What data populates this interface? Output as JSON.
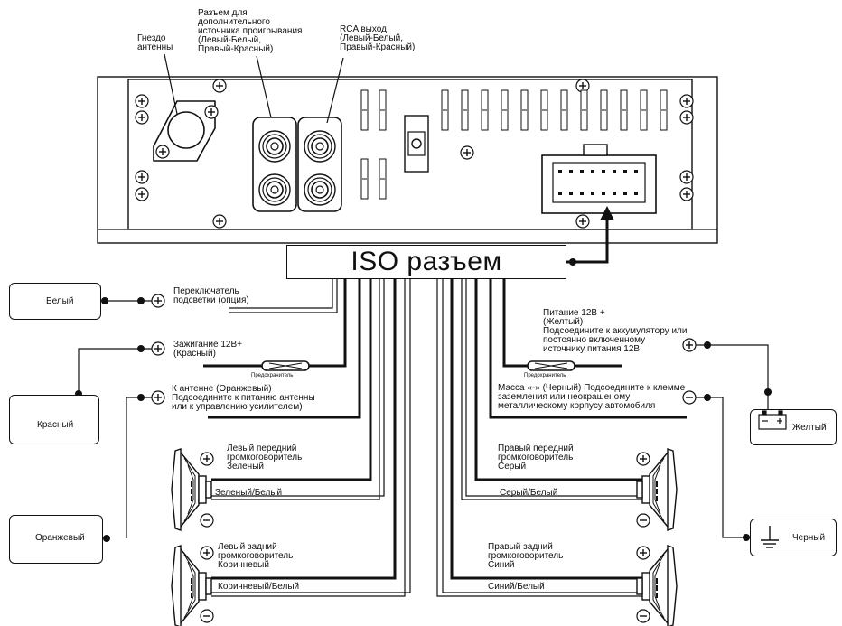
{
  "iso_title": "ISO разъем",
  "head_unit": {
    "antenna_socket": "Гнездо\nантенны",
    "aux_connector": "Разъем для\nдополнительного\nисточника проигрывания\n(Левый-Белый,\nПравый-Красный)",
    "rca_out": "RCA выход\n(Левый-Белый,\nПравый-Красный)"
  },
  "left_wires": {
    "illumination": "Переключатель\nподсветки (опция)",
    "ignition": "Зажигание 12В+\n(Красный)",
    "antenna": "К антенне (Оранжевый)\nПодсоедините к питанию антенны\nили к управлению усилителем)",
    "fuse": "Предохранитель"
  },
  "right_wires": {
    "power": "Питание 12В +\n(Желтый)\nПодсоедините к аккумулятору или\nпостоянно включенному\nисточнику питания 12В",
    "ground": "Масса «-» (Черный) Подсоедините к клемме\nзаземления или неокрашеному\nметаллическому корпусу автомобиля",
    "fuse": "Предохранитель"
  },
  "speakers": {
    "front_left": "Левый передний\nгромкоговоритель\nЗеленый",
    "front_left_neg": "Зеленый/Белый",
    "rear_left": "Левый задний\nгромкоговоритель\nКоричневый",
    "rear_left_neg": "Коричневый/Белый",
    "front_right": "Правый передний\nгромкоговоритель\nСерый",
    "front_right_neg": "Серый/Белый",
    "rear_right": "Правый задний\nгромкоговоритель\nСиний",
    "rear_right_neg": "Синий/Белый"
  },
  "legend": {
    "white": "Белый",
    "red": "Красный",
    "orange": "Оранжевый",
    "yellow": "Желтый",
    "black": "Черный"
  },
  "colors": {
    "ink": "#111111",
    "background": "#ffffff"
  }
}
